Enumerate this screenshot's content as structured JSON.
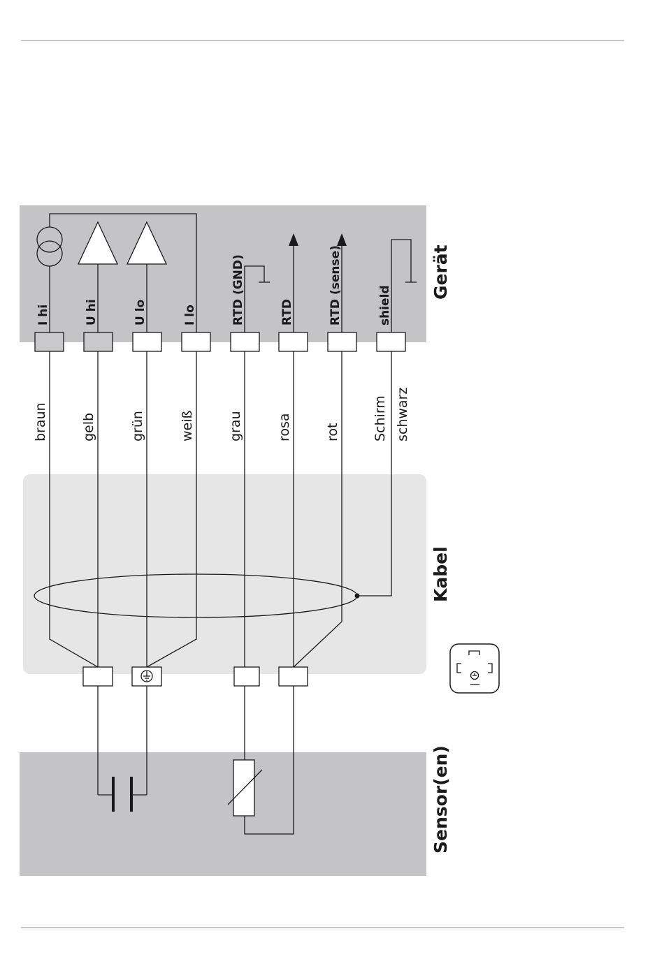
{
  "sections": {
    "device": "Gerät",
    "cable": "Kabel",
    "sensor": "Sensor(en)"
  },
  "device_pins": [
    "I hi",
    "U hi",
    "U lo",
    "I lo",
    "RTD (GND)",
    "RTD",
    "RTD (sense)",
    "shield"
  ],
  "wire_colors": [
    "braun",
    "gelb",
    "grün",
    "weiß",
    "grau",
    "rosa",
    "rot",
    "Schirm",
    "schwarz"
  ],
  "colors": {
    "device_panel": "#c4c4c6",
    "cable_panel": "#e6e6e6",
    "sensor_panel": "#c4c4c6",
    "pin_shaded": "#c9c9cb",
    "line": "#1a1a1a"
  },
  "icons": [
    "current-source-icon",
    "amplifier-icon",
    "ground-icon",
    "capacitor-icon",
    "rtd-resistor-icon",
    "connector-plug-icon"
  ]
}
